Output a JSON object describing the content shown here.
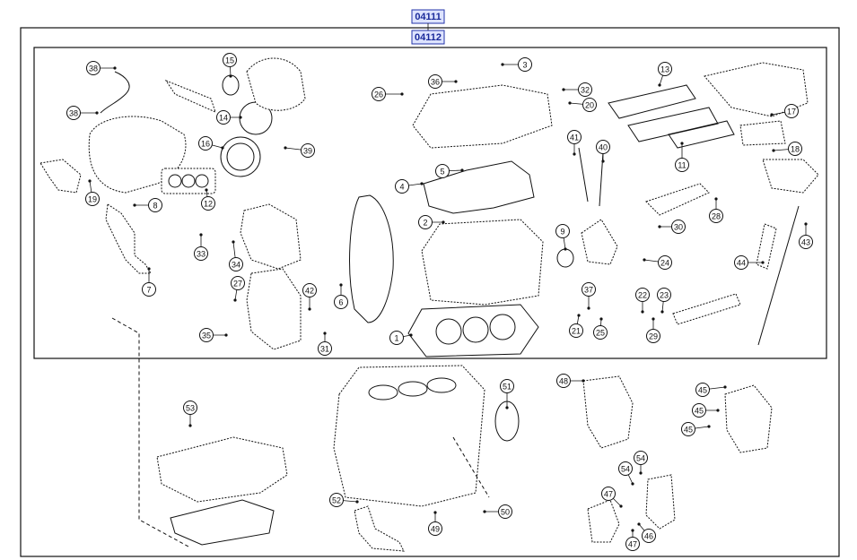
{
  "kit_codes": [
    "04111",
    "04112"
  ],
  "callouts": [
    "1",
    "2",
    "3",
    "4",
    "5",
    "6",
    "7",
    "8",
    "9",
    "11",
    "12",
    "13",
    "14",
    "15",
    "16",
    "17",
    "18",
    "19",
    "20",
    "21",
    "22",
    "23",
    "24",
    "25",
    "26",
    "27",
    "28",
    "29",
    "30",
    "31",
    "32",
    "33",
    "34",
    "35",
    "36",
    "37",
    "38",
    "38",
    "39",
    "40",
    "41",
    "42",
    "43",
    "44",
    "45",
    "45",
    "45",
    "46",
    "47",
    "47",
    "48",
    "49",
    "50",
    "51",
    "52",
    "53",
    "54",
    "54"
  ]
}
